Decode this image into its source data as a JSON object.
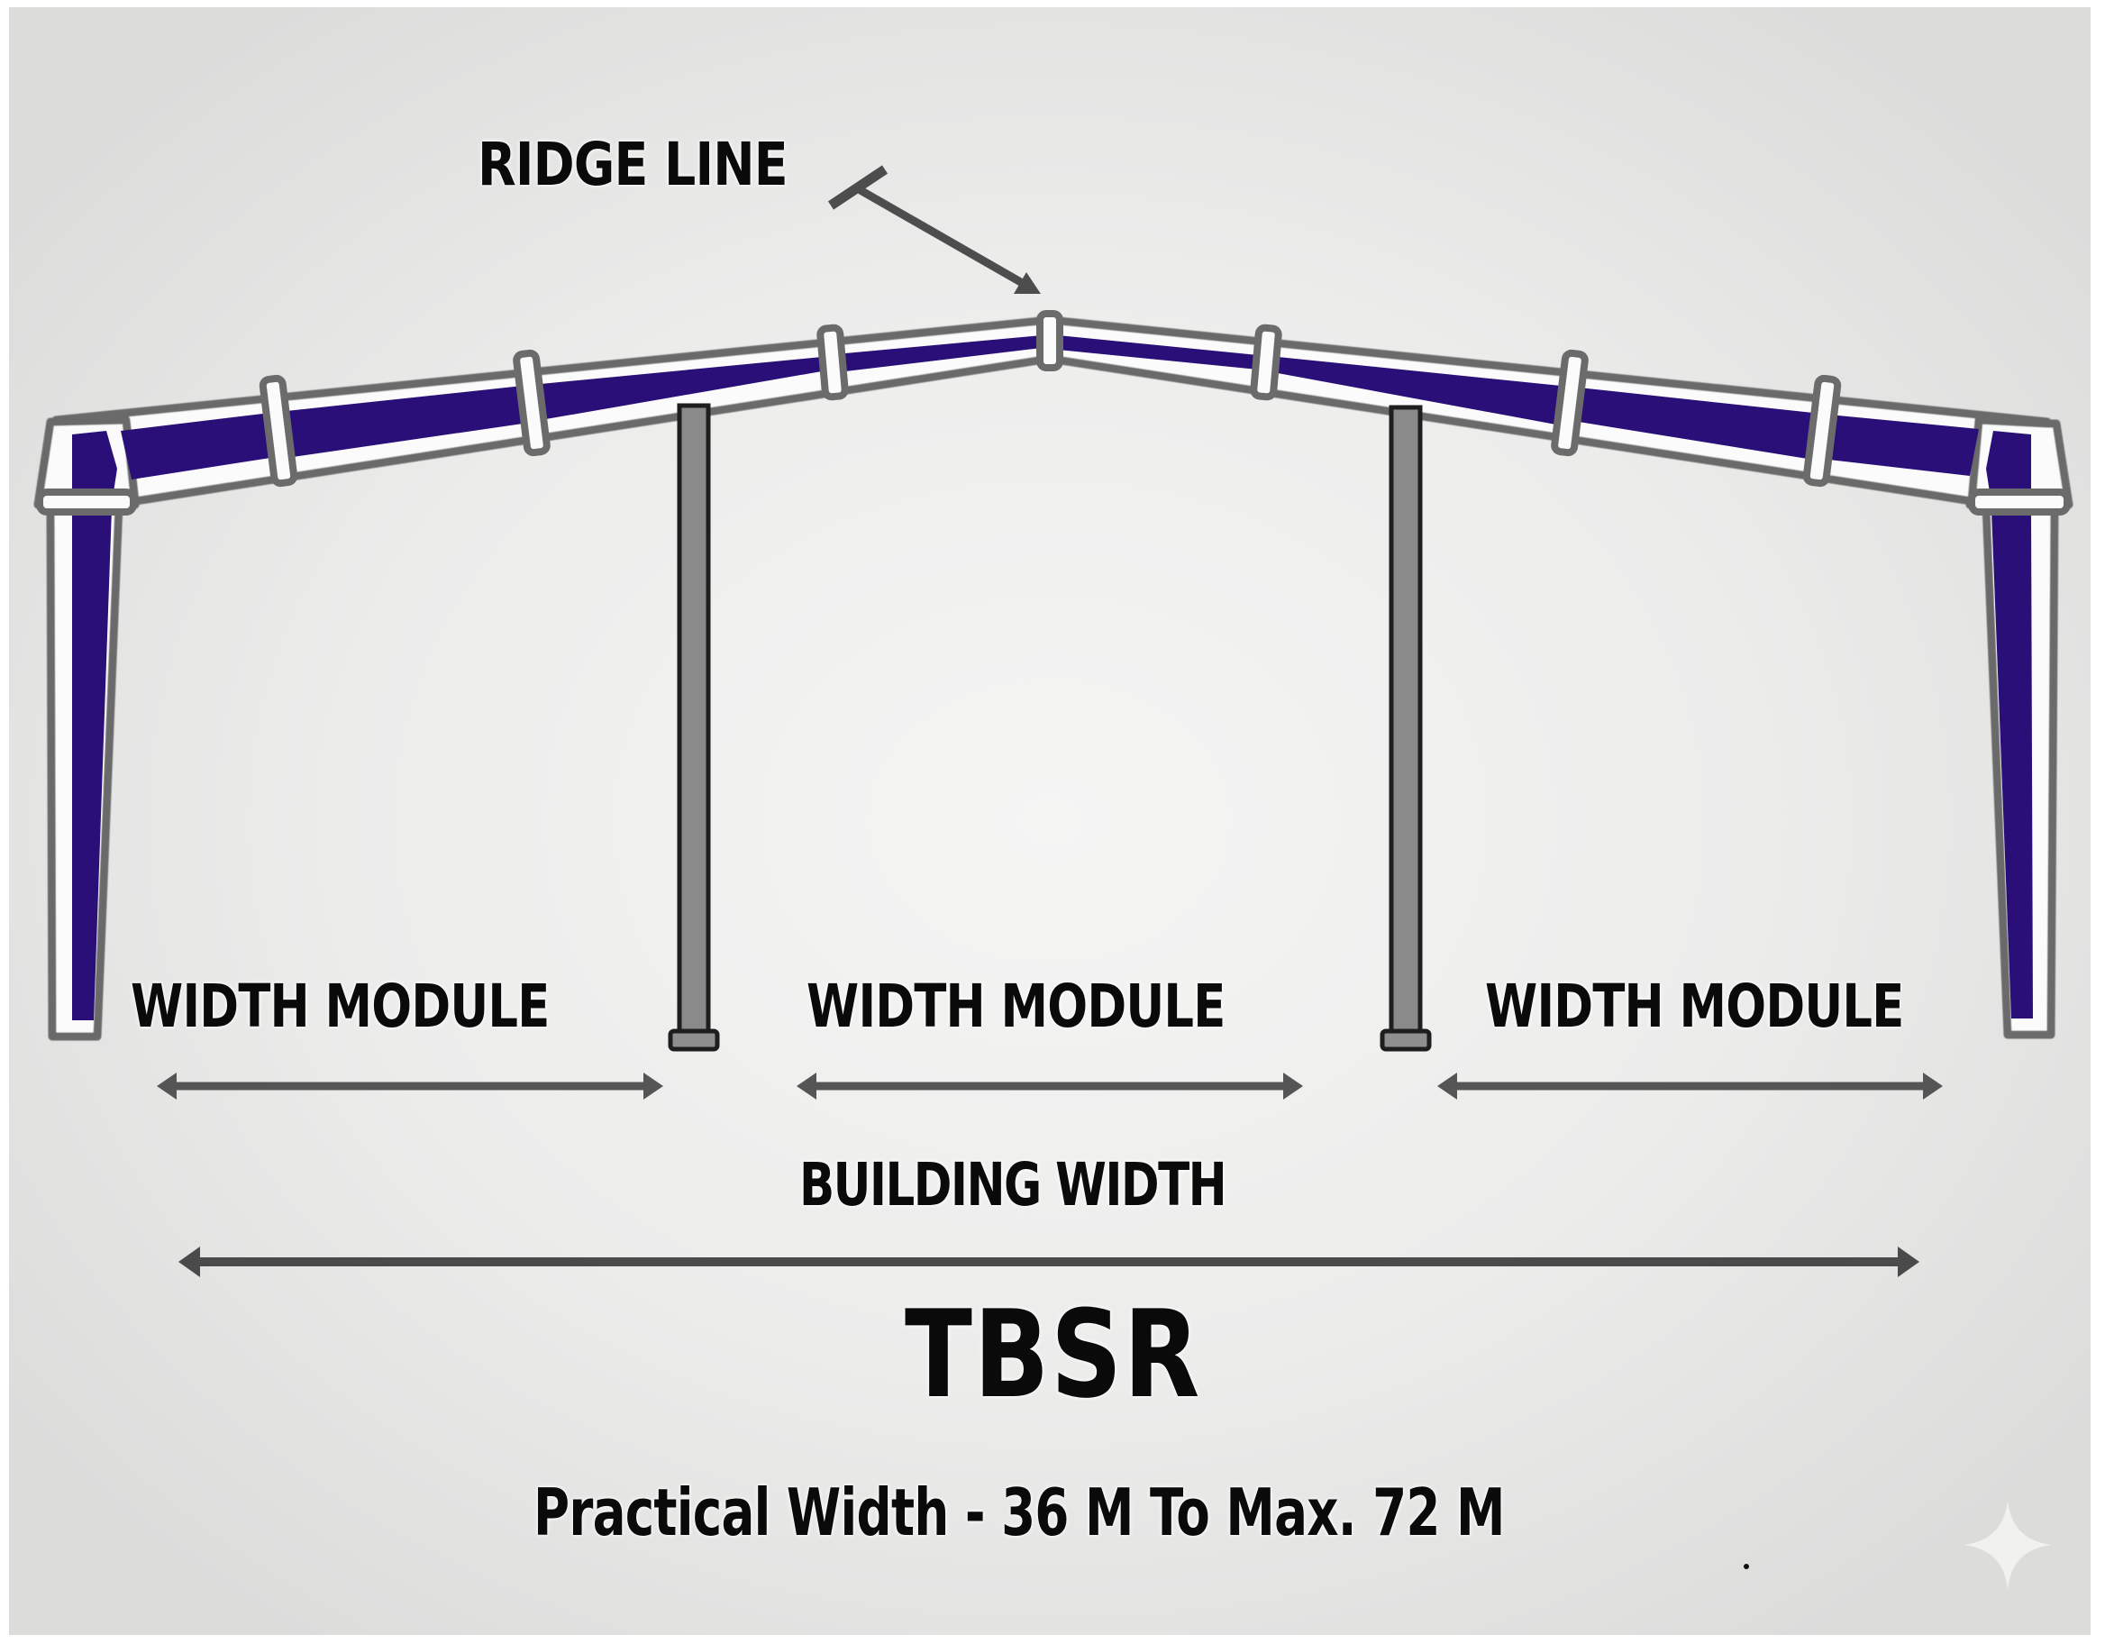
{
  "diagram": {
    "title": "TBSR",
    "subtitle": "Practical Width - 36 M To Max. 72 M",
    "annotations": {
      "ridge_line": "RIDGE LINE",
      "building_width": "BUILDING WIDTH",
      "width_modules": [
        "WIDTH MODULE",
        "WIDTH MODULE",
        "WIDTH MODULE"
      ]
    },
    "structure": {
      "type": "portal frame with two interior columns",
      "bays": 3,
      "interior_columns": 2,
      "rafter_splices_per_side": 3,
      "ridge_splice": 1
    },
    "colors": {
      "member_fill": "#2a0f78",
      "outline": "#6b6b6b",
      "column_fill": "#8a8a8a",
      "arrow": "#555555",
      "text": "#0a0a0a",
      "background_center": "#f5f5f4",
      "background_edge": "#dcdcdb"
    },
    "icons": {
      "watermark": "sparkle-icon"
    }
  }
}
